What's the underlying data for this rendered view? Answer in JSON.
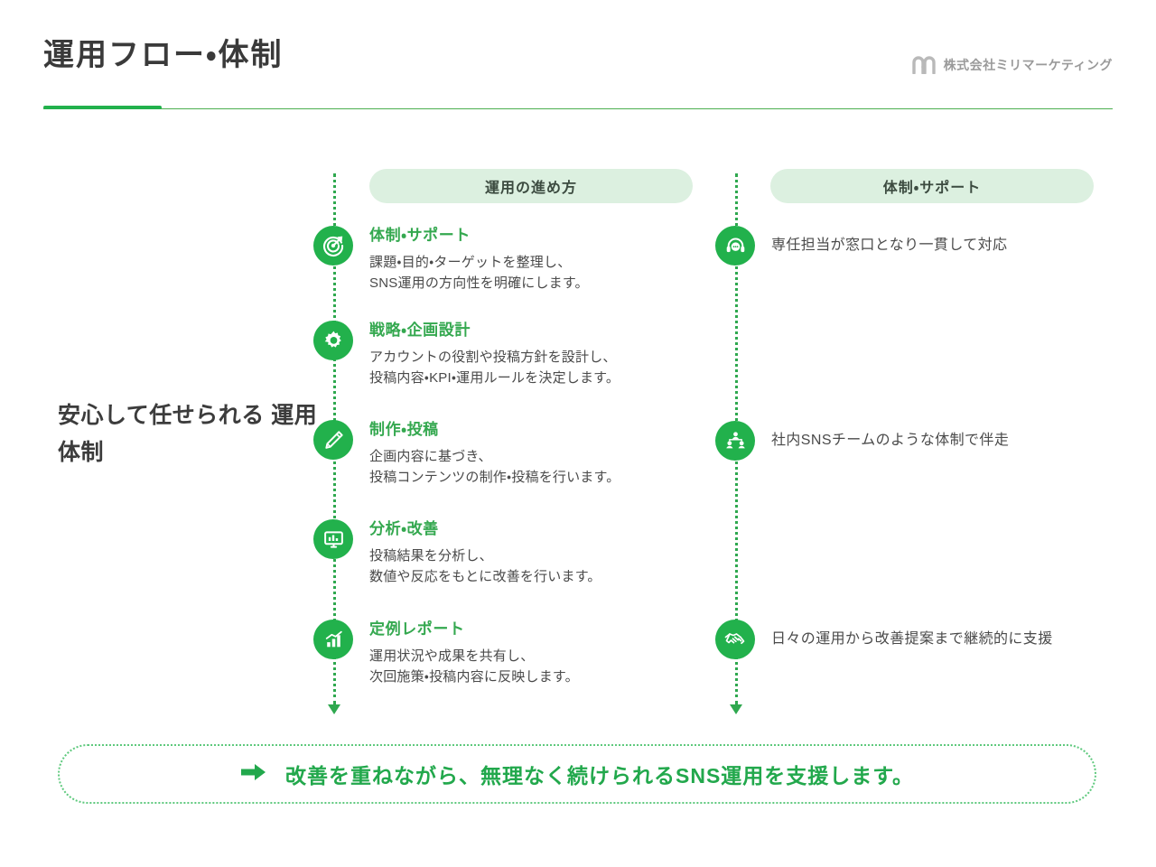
{
  "header": {
    "title": "運用フロー・体制",
    "brand_name": "株式会社ミリマーケティング",
    "brand_mark_icon": "milli-m-logo-icon"
  },
  "lead": {
    "text": "安心して任せられる\n運用体制"
  },
  "columns": {
    "flow_heading": "運用の進め方",
    "support_heading": "体制・サポート"
  },
  "flow_steps": [
    {
      "icon": "target-arrow-icon",
      "title": "体制・サポート",
      "desc": "課題・目的・ターゲットを整理し、\nSNS運用の方向性を明確にします。"
    },
    {
      "icon": "gear-icon",
      "title": "戦略・企画設計",
      "desc": "アカウントの役割や投稿方針を設計し、\n投稿内容・KPI・運用ルールを決定します。"
    },
    {
      "icon": "pencil-icon",
      "title": "制作・投稿",
      "desc": "企画内容に基づき、\n投稿コンテンツの制作・投稿を行います。"
    },
    {
      "icon": "monitor-analytics-icon",
      "title": "分析・改善",
      "desc": "投稿結果を分析し、\n数値や反応をもとに改善を行います。"
    },
    {
      "icon": "bar-chart-icon",
      "title": "定例レポート",
      "desc": "運用状況や成果を共有し、\n次回施策・投稿内容に反映します。"
    }
  ],
  "support_items": [
    {
      "icon": "headset-support-icon",
      "text": "専任担当が窓口となり一貫して対応"
    },
    {
      "icon": "team-org-icon",
      "text": "社内SNSチームのような体制で伴走"
    },
    {
      "icon": "handshake-icon",
      "text": "日々の運用から改善提案まで継続的に支援"
    }
  ],
  "banner": {
    "arrow_icon": "arrow-right-icon",
    "text": "改善を重ねながら、無理なく続けられるSNS運用を支援します。"
  },
  "colors": {
    "brand_green": "#22b14c",
    "title_green": "#34a84f",
    "pill_bg": "#dcf0e0",
    "body_text": "#4a4a4a",
    "brand_gray": "#9a9a9a"
  }
}
